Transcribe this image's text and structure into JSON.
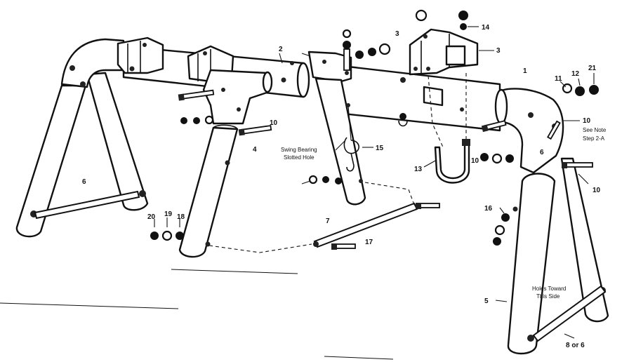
{
  "diagram": {
    "callouts": {
      "c1": "1",
      "c2": "2",
      "c3a": "3",
      "c3b": "3",
      "c4": "4",
      "c5": "5",
      "c6a": "6",
      "c6b": "6",
      "c7": "7",
      "c8or6": "8 or 6",
      "c10a": "10",
      "c10b": "10",
      "c10c": "10",
      "c10d": "10",
      "c11": "11",
      "c12": "12",
      "c13": "13",
      "c14": "14",
      "c15": "15",
      "c16": "16",
      "c17": "17",
      "c18": "18",
      "c19": "19",
      "c20": "20",
      "c21": "21"
    },
    "notes": {
      "swing_bearing_1": "Swing Bearing",
      "swing_bearing_2": "Slotted Hole",
      "see_note_1": "See Note",
      "see_note_2": "Step 2-A",
      "holes_toward_1": "Holes Toward",
      "holes_toward_2": "This Side"
    }
  }
}
